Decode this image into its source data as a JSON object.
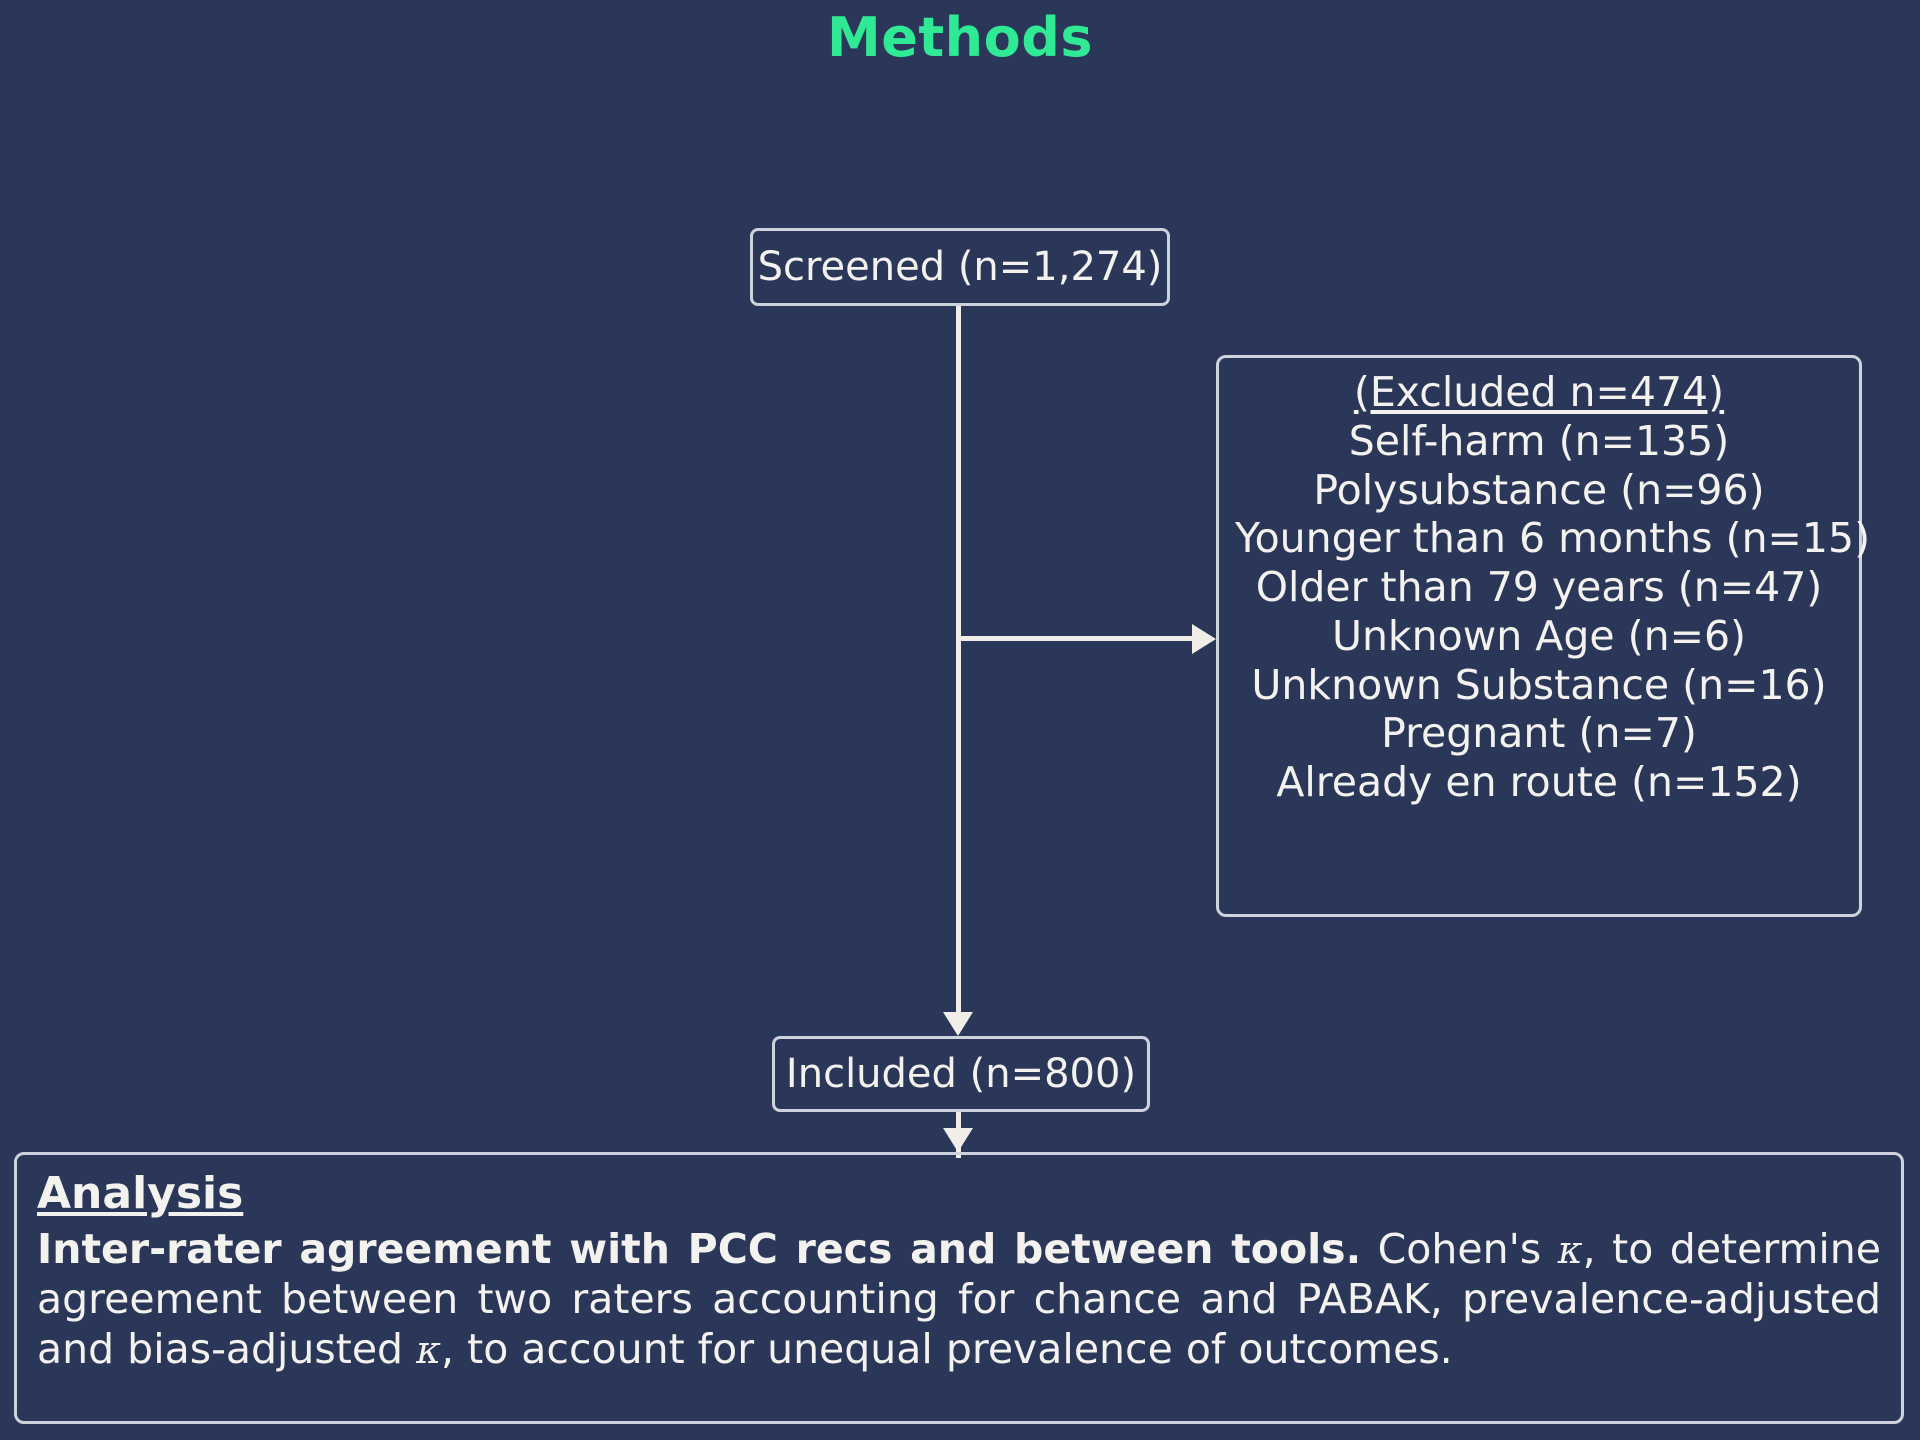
{
  "slide": {
    "title": "Methods",
    "title_color": "#2fe995",
    "background_color": "#2a3758",
    "line_color": "#f1eee9",
    "box_border_color": "#cdd2dd",
    "text_color": "#f4f2ee"
  },
  "flow": {
    "screened": {
      "label": "Screened (n=1,274)"
    },
    "excluded": {
      "heading": "(Excluded n=474)",
      "items": [
        "Self-harm (n=135)",
        "Polysubstance (n=96)",
        "Younger than 6 months (n=15)",
        "Older than 79 years (n=47)",
        "Unknown Age (n=6)",
        "Unknown Substance (n=16)",
        "Pregnant (n=7)",
        "Already en route (n=152)"
      ]
    },
    "included": {
      "label": "Included (n=800)"
    },
    "analysis": {
      "heading": "Analysis",
      "bold_lead": "Inter-rater agreement with PCC recs and between tools.",
      "body_part_1": " Cohen's ",
      "kappa_1": "κ",
      "body_part_2": ", to determine agreement between two raters accounting for chance and PABAK, prevalence-adjusted and bias-adjusted ",
      "kappa_2": "κ",
      "body_part_3": ", to account for unequal prevalence of outcomes."
    }
  }
}
